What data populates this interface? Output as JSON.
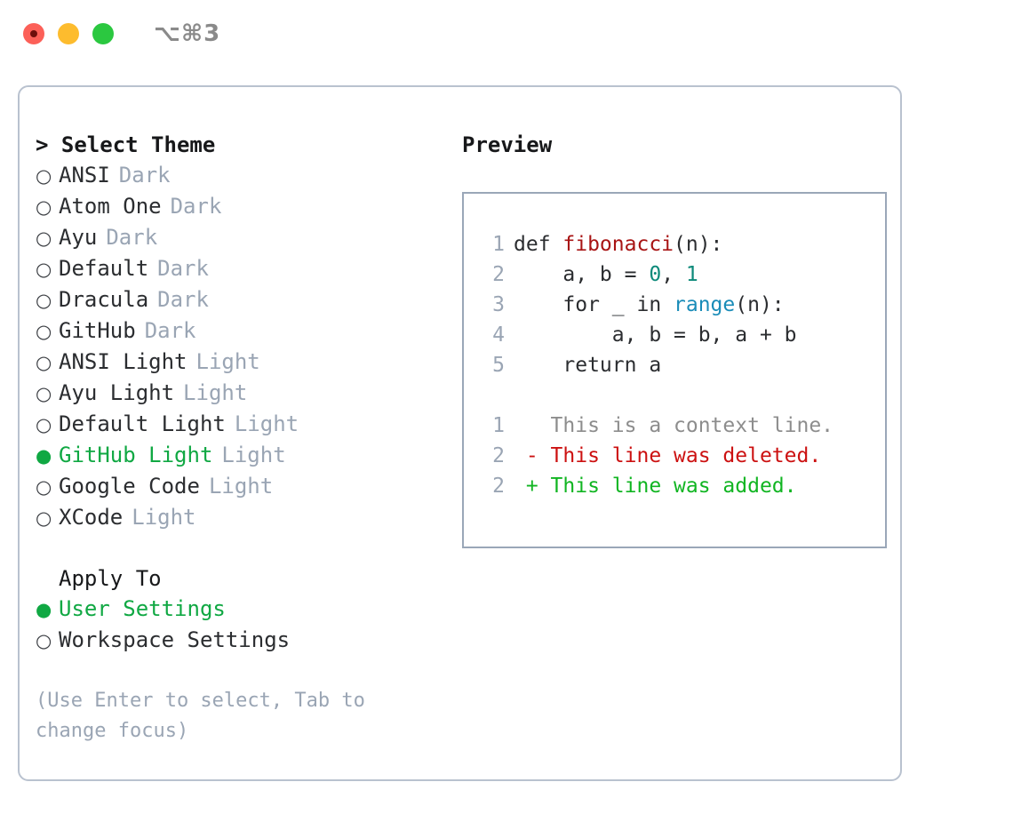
{
  "titlebar": {
    "shortcut": "⌥⌘3",
    "lights": [
      "close",
      "minimize",
      "maximize"
    ]
  },
  "theme_picker": {
    "header": "> Select Theme",
    "items": [
      {
        "marker": "○",
        "label": "ANSI",
        "tag": "Dark",
        "selected": false
      },
      {
        "marker": "○",
        "label": "Atom One",
        "tag": "Dark",
        "selected": false
      },
      {
        "marker": "○",
        "label": "Ayu",
        "tag": "Dark",
        "selected": false
      },
      {
        "marker": "○",
        "label": "Default",
        "tag": "Dark",
        "selected": false
      },
      {
        "marker": "○",
        "label": "Dracula",
        "tag": "Dark",
        "selected": false
      },
      {
        "marker": "○",
        "label": "GitHub",
        "tag": "Dark",
        "selected": false
      },
      {
        "marker": "○",
        "label": "ANSI Light",
        "tag": "Light",
        "selected": false
      },
      {
        "marker": "○",
        "label": "Ayu Light",
        "tag": "Light",
        "selected": false
      },
      {
        "marker": "○",
        "label": "Default Light",
        "tag": "Light",
        "selected": false
      },
      {
        "marker": "●",
        "label": "GitHub Light",
        "tag": "Light",
        "selected": true
      },
      {
        "marker": "○",
        "label": "Google Code",
        "tag": "Light",
        "selected": false
      },
      {
        "marker": "○",
        "label": "XCode",
        "tag": "Light",
        "selected": false
      }
    ]
  },
  "apply_to": {
    "header": "Apply To",
    "items": [
      {
        "marker": "●",
        "label": "User Settings",
        "selected": true
      },
      {
        "marker": "○",
        "label": "Workspace Settings",
        "selected": false
      }
    ]
  },
  "hint": "(Use Enter to select, Tab to change focus)",
  "preview": {
    "title": "Preview",
    "code_lines": [
      {
        "num": "1",
        "tokens": [
          {
            "text": "def ",
            "type": "plain"
          },
          {
            "text": "fibonacci",
            "type": "fn"
          },
          {
            "text": "(n):",
            "type": "plain"
          }
        ]
      },
      {
        "num": "2",
        "tokens": [
          {
            "text": "    a, b = ",
            "type": "plain"
          },
          {
            "text": "0",
            "type": "num"
          },
          {
            "text": ", ",
            "type": "plain"
          },
          {
            "text": "1",
            "type": "num"
          }
        ]
      },
      {
        "num": "3",
        "tokens": [
          {
            "text": "    for _ in ",
            "type": "plain"
          },
          {
            "text": "range",
            "type": "call"
          },
          {
            "text": "(n):",
            "type": "plain"
          }
        ]
      },
      {
        "num": "4",
        "tokens": [
          {
            "text": "        a, b = b, a + b",
            "type": "plain"
          }
        ]
      },
      {
        "num": "5",
        "tokens": [
          {
            "text": "    return a",
            "type": "plain"
          }
        ]
      }
    ],
    "diff_lines": [
      {
        "num": "1",
        "text": "   This is a context line.",
        "kind": "ctx"
      },
      {
        "num": "2",
        "text": " - This line was deleted.",
        "kind": "del"
      },
      {
        "num": "2",
        "text": " + This line was added.",
        "kind": "add"
      }
    ]
  },
  "colors": {
    "accent_green": "#10a843",
    "muted": "#9aa5b4",
    "syntax_function": "#a81414",
    "syntax_number": "#0d8a7a",
    "syntax_call": "#1a8cb8",
    "diff_added": "#11b522",
    "diff_deleted": "#cc1111",
    "panel_border": "#b9c2cf",
    "preview_border": "#9aa7b8"
  }
}
